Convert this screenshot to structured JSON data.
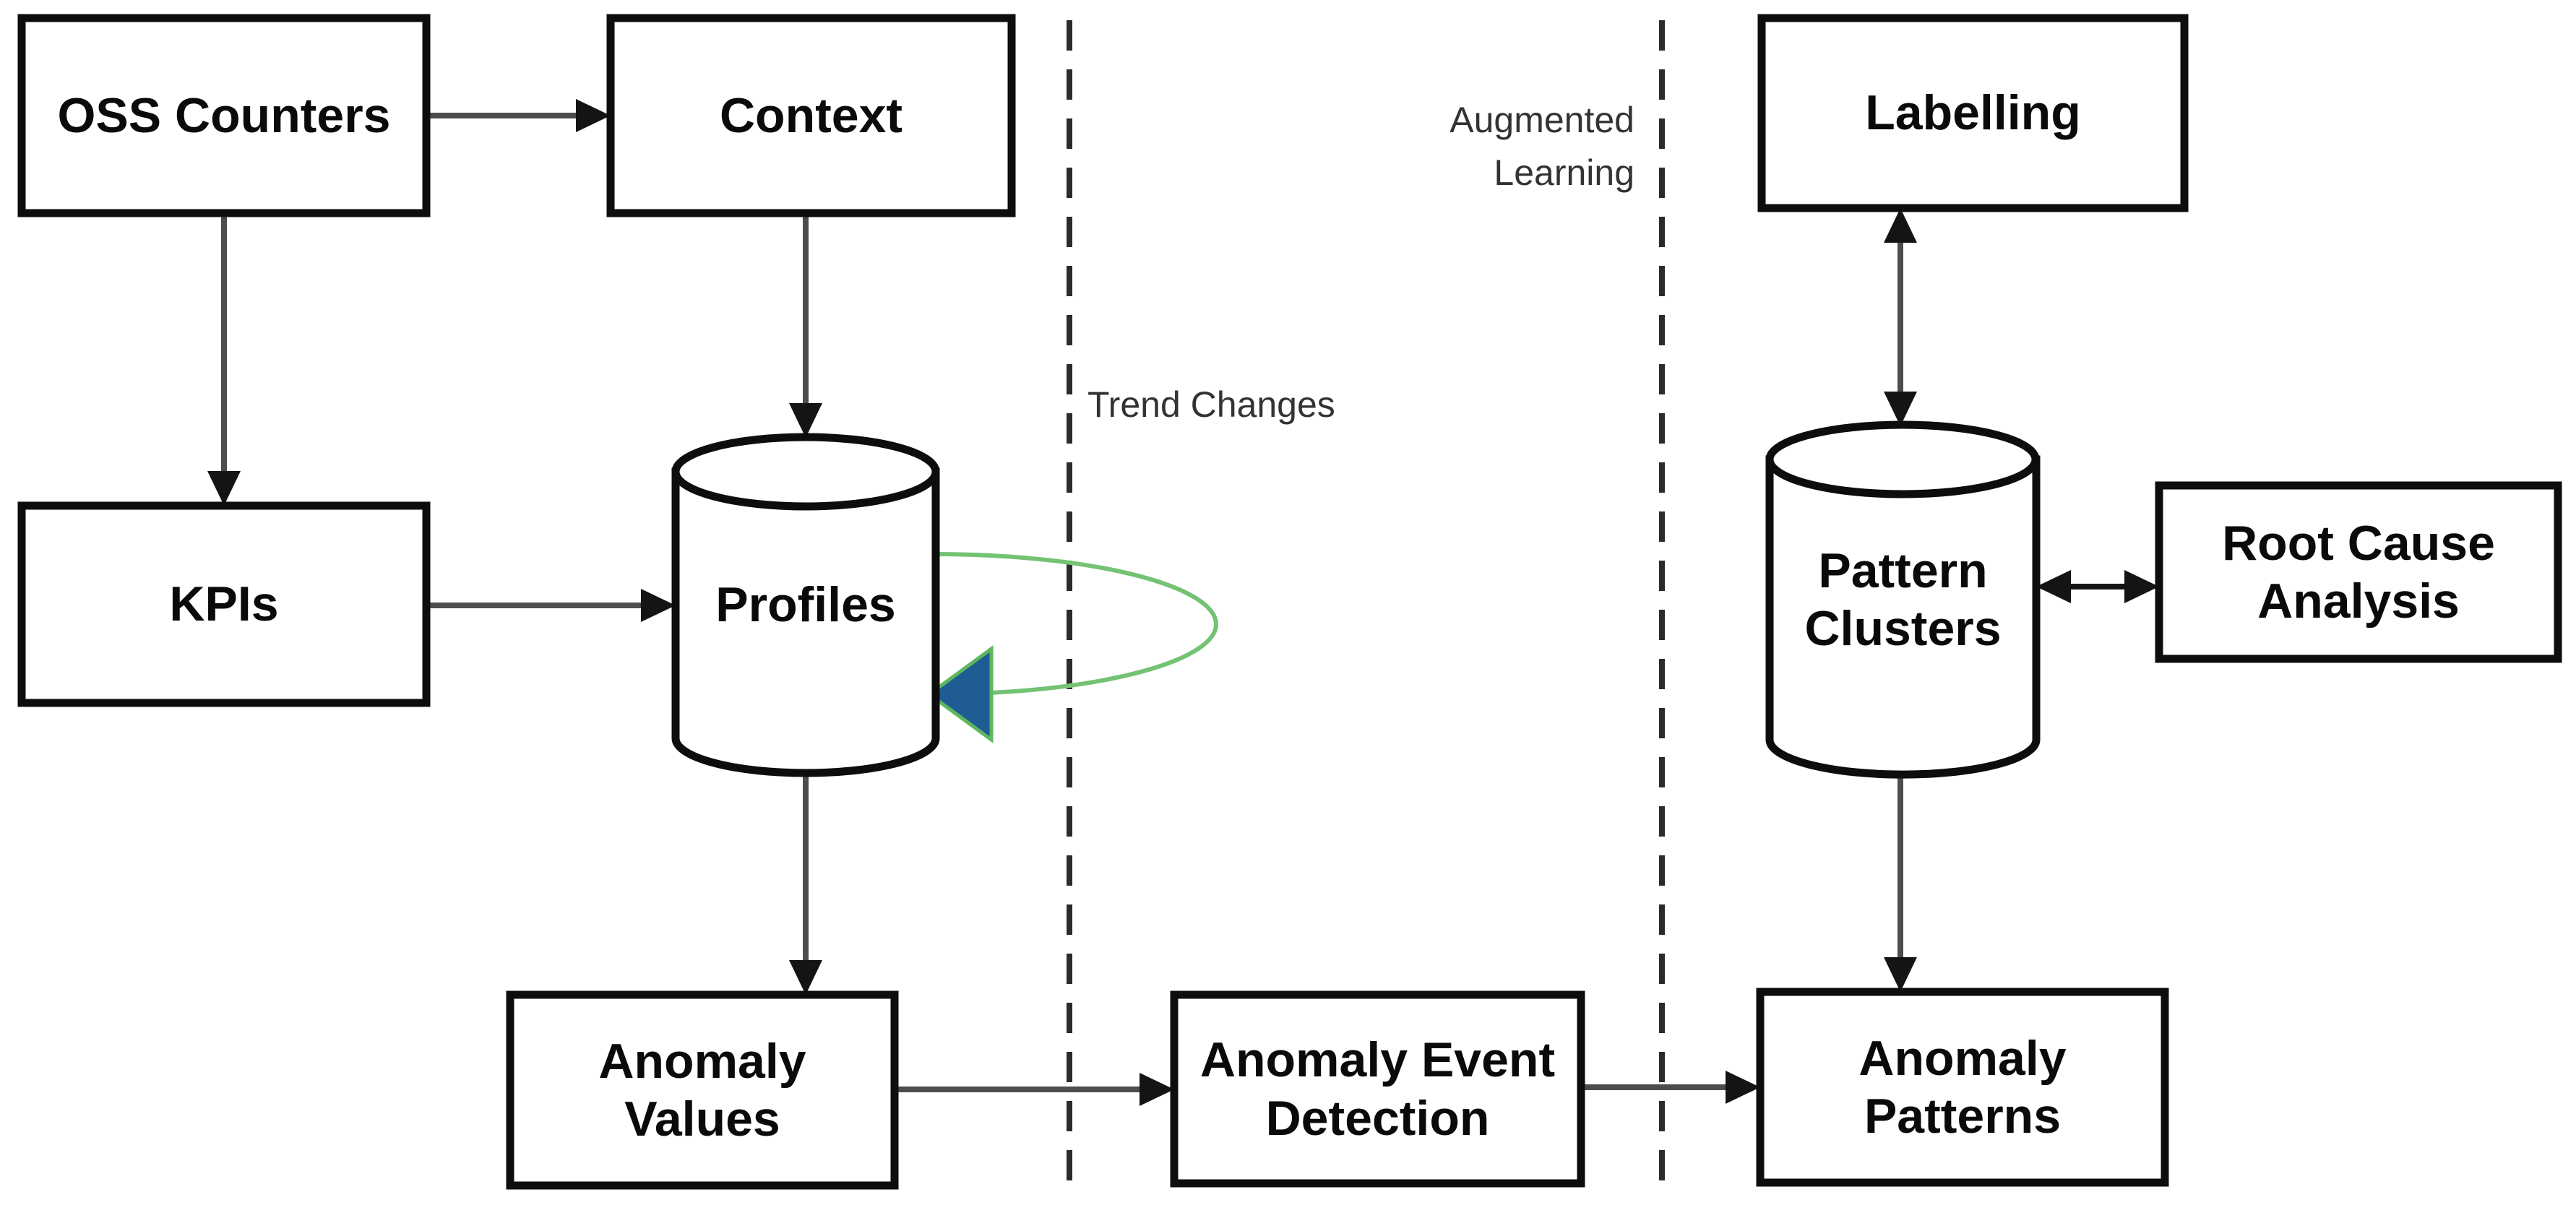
{
  "diagram": {
    "title": "Anomaly detection pipeline diagram",
    "nodes": {
      "oss_counters": {
        "label": "OSS Counters",
        "shape": "rectangle"
      },
      "context": {
        "label": "Context",
        "shape": "rectangle"
      },
      "kpis": {
        "label": "KPIs",
        "shape": "rectangle"
      },
      "profiles": {
        "label": "Profiles",
        "shape": "cylinder"
      },
      "anomaly_values": {
        "label": "Anomaly Values",
        "shape": "rectangle"
      },
      "anomaly_event_detection": {
        "label": "Anomaly Event Detection",
        "shape": "rectangle"
      },
      "labelling": {
        "label": "Labelling",
        "shape": "rectangle"
      },
      "pattern_clusters": {
        "label": "Pattern Clusters",
        "shape": "cylinder"
      },
      "root_cause_analysis": {
        "label": "Root Cause Analysis",
        "shape": "rectangle"
      },
      "anomaly_patterns": {
        "label": "Anomaly Patterns",
        "shape": "rectangle"
      }
    },
    "annotations": {
      "trend_changes": {
        "label": "Trend Changes"
      },
      "augmented_learning": {
        "label": "Augmented Learning"
      }
    },
    "edges": [
      {
        "from": "oss_counters",
        "to": "context",
        "style": "arrow"
      },
      {
        "from": "oss_counters",
        "to": "kpis",
        "style": "arrow"
      },
      {
        "from": "context",
        "to": "profiles",
        "style": "arrow"
      },
      {
        "from": "kpis",
        "to": "profiles",
        "style": "arrow"
      },
      {
        "from": "profiles",
        "to": "profiles",
        "style": "green-self-loop"
      },
      {
        "from": "profiles",
        "to": "anomaly_values",
        "style": "arrow"
      },
      {
        "from": "anomaly_values",
        "to": "anomaly_event_detection",
        "style": "arrow"
      },
      {
        "from": "anomaly_event_detection",
        "to": "anomaly_patterns",
        "style": "arrow"
      },
      {
        "from": "labelling",
        "to": "pattern_clusters",
        "style": "double-arrow"
      },
      {
        "from": "pattern_clusters",
        "to": "root_cause_analysis",
        "style": "double-arrow"
      },
      {
        "from": "pattern_clusters",
        "to": "anomaly_patterns",
        "style": "arrow"
      }
    ],
    "colors": {
      "background": "#ffffff",
      "box_fill": "#ffffff",
      "box_stroke": "#0d0d0d",
      "connector_line": "#4d4d4d",
      "arrowhead": "#141414",
      "dashed_divider": "#2b2b2b",
      "loop_green": "#74c274",
      "loop_arrow_blue": "#1f5c94",
      "node_text": "#0a0a0a",
      "annotation_text": "#333333"
    }
  }
}
